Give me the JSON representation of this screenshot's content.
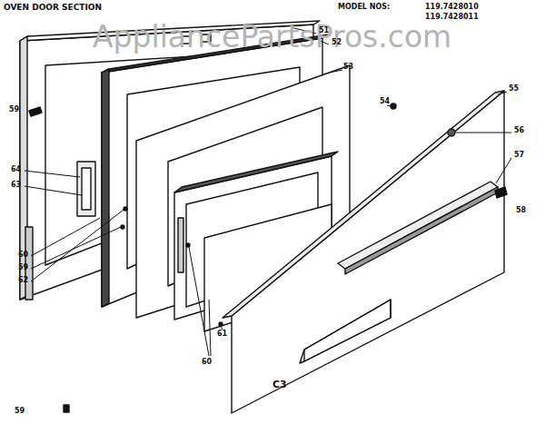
{
  "diagram": {
    "title": "OVEN DOOR SECTION",
    "labels": [
      "MODEL NOS:",
      "119.7428010",
      "119.7428011",
      "AppliancePartsPros.com",
      "51",
      "52",
      "53",
      "54",
      "55",
      "56",
      "57",
      "58",
      "59",
      "64",
      "63",
      "60",
      "59",
      "62",
      "61",
      "60",
      "C3",
      "59"
    ]
  }
}
